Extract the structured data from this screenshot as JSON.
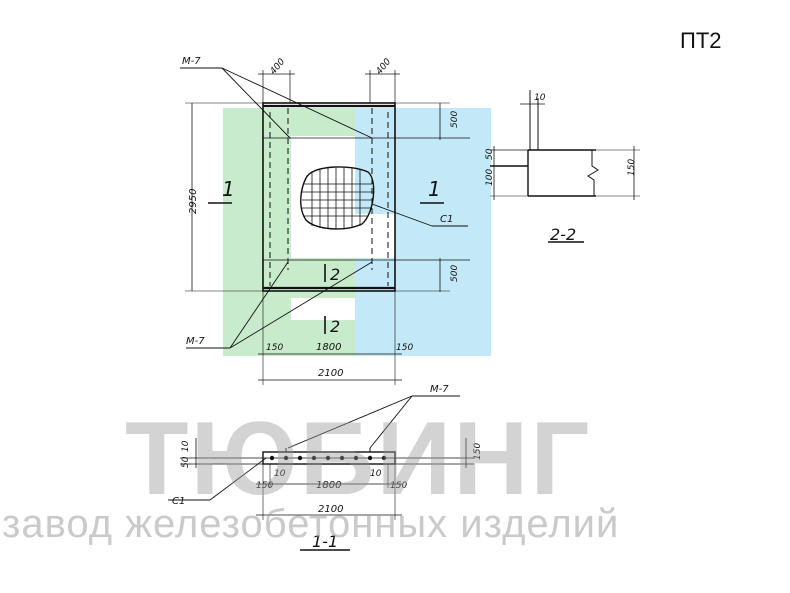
{
  "doc": {
    "code": "ПТ2"
  },
  "watermark": {
    "brand": "ТЮБИНГ",
    "subtitle": "завод железобетонных изделий"
  },
  "logo": {
    "colors": {
      "green": "#bfe8c4",
      "blue": "#b9e6f7"
    }
  },
  "plan": {
    "dim_top_left": "400",
    "dim_top_right": "400",
    "dim_right_top": "500",
    "dim_right_bottom": "500",
    "dim_left": "2950",
    "dim_bottom_left": "150",
    "dim_bottom_mid": "1800",
    "dim_bottom_right": "150",
    "dim_total": "2100",
    "mark_top": "M-7",
    "mark_bottom": "M-7",
    "mesh_label": "C1",
    "section_1_left": "1",
    "section_1_right": "1",
    "section_2_top": "2",
    "section_2_bottom": "2"
  },
  "section22": {
    "title": "2-2",
    "dim_top": "10",
    "dim_50": "50",
    "dim_100": "100",
    "dim_150": "150"
  },
  "section11": {
    "title": "1-1",
    "mark": "M-7",
    "mesh_label": "C1",
    "dim_10_top": "10",
    "dim_50": "50",
    "dim_150_right": "150",
    "dim_10_left": "10",
    "dim_10_right": "10",
    "dim_150_left": "150",
    "dim_1800": "1800",
    "dim_150_bottom_right": "150",
    "dim_total": "2100"
  }
}
